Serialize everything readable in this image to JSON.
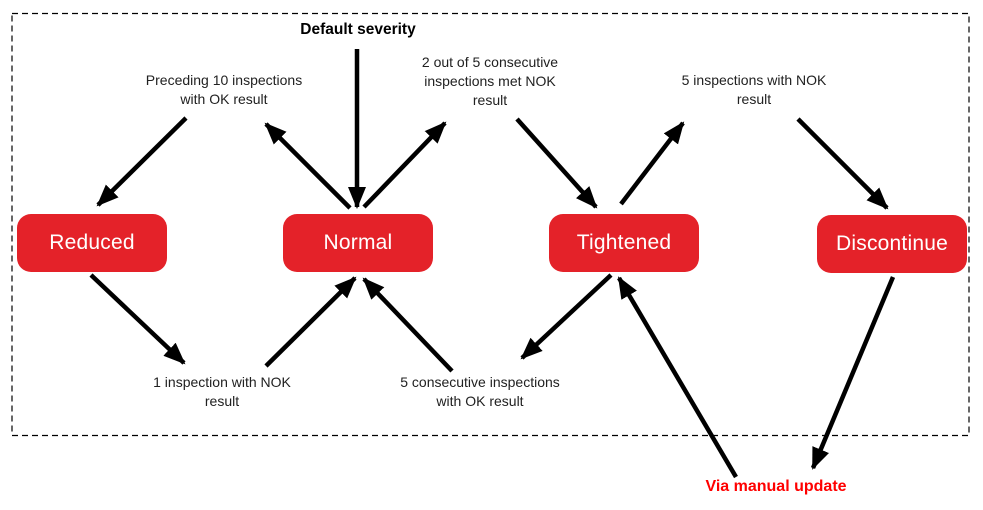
{
  "diagram": {
    "title": "Default severity",
    "states": [
      {
        "label": "Reduced"
      },
      {
        "label": "Normal"
      },
      {
        "label": "Tightened"
      },
      {
        "label": "Discontinue"
      }
    ],
    "transitions": [
      {
        "from": "Normal",
        "to": "Reduced",
        "lines": [
          "Preceding 10 inspections",
          "with OK result"
        ]
      },
      {
        "from": "Normal",
        "to": "Tightened",
        "lines": [
          "2 out of 5 consecutive",
          "inspections met NOK",
          "result"
        ]
      },
      {
        "from": "Tightened",
        "to": "Discontinue",
        "lines": [
          "5 inspections with NOK",
          "result"
        ]
      },
      {
        "from": "Reduced",
        "to": "Normal",
        "lines": [
          "1 inspection with NOK",
          "result"
        ]
      },
      {
        "from": "Tightened",
        "to": "Normal",
        "lines": [
          "5 consecutive inspections",
          "with OK result"
        ]
      }
    ],
    "manual_update": {
      "label": "Via manual update",
      "applies_to": [
        "Tightened",
        "Discontinue"
      ],
      "color": "#FF0000"
    },
    "colors": {
      "state_fill": "#E42229",
      "state_text": "#FFFFFF",
      "arrow": "#000000",
      "border": "#000000"
    }
  }
}
